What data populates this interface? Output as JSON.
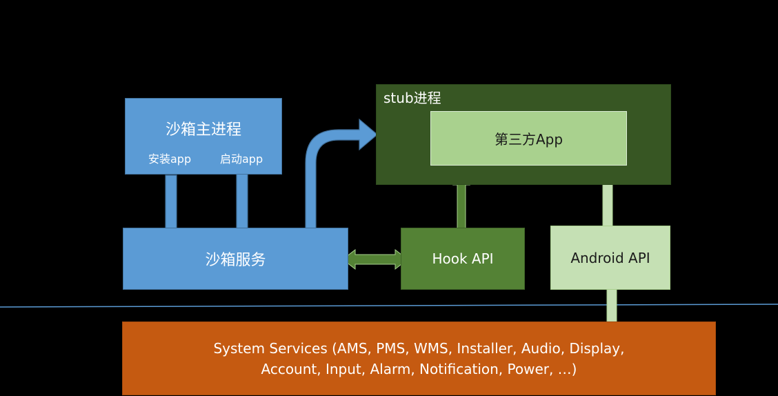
{
  "diagram": {
    "nodes": {
      "sandbox_main_process": {
        "title": "沙箱主进程",
        "install_label": "安装app",
        "launch_label": "启动app"
      },
      "sandbox_service": {
        "label": "沙箱服务"
      },
      "stub_process": {
        "label": "stub进程"
      },
      "third_party_app": {
        "label": "第三方App"
      },
      "hook_api": {
        "label": "Hook API"
      },
      "android_api": {
        "label": "Android API"
      },
      "system_services": {
        "line1": "System Services (AMS, PMS, WMS, Installer, Audio, Display,",
        "line2": "Account, Input, Alarm, Notification, Power, …)"
      }
    },
    "edges": [
      {
        "from": "sandbox_main_process",
        "to": "sandbox_service",
        "label": "安装app",
        "direction": "down"
      },
      {
        "from": "sandbox_main_process",
        "to": "sandbox_service",
        "label": "启动app",
        "direction": "down"
      },
      {
        "from": "sandbox_service",
        "to": "stub_process",
        "direction": "up-right"
      },
      {
        "from": "sandbox_service",
        "to": "hook_api",
        "direction": "bidirectional"
      },
      {
        "from": "hook_api",
        "to": "third_party_app",
        "direction": "bidirectional"
      },
      {
        "from": "android_api",
        "to": "third_party_app",
        "direction": "bidirectional"
      },
      {
        "from": "android_api",
        "to": "system_services",
        "direction": "bidirectional"
      }
    ],
    "colors": {
      "background": "#000000",
      "blue_fill": "#5b9bd5",
      "blue_stroke": "#41719c",
      "dark_green": "#375623",
      "light_green": "#a9d18e",
      "mid_green": "#548235",
      "pale_green": "#c5e0b4",
      "orange": "#c55a11",
      "separator_line": "#5b9bd5"
    }
  }
}
